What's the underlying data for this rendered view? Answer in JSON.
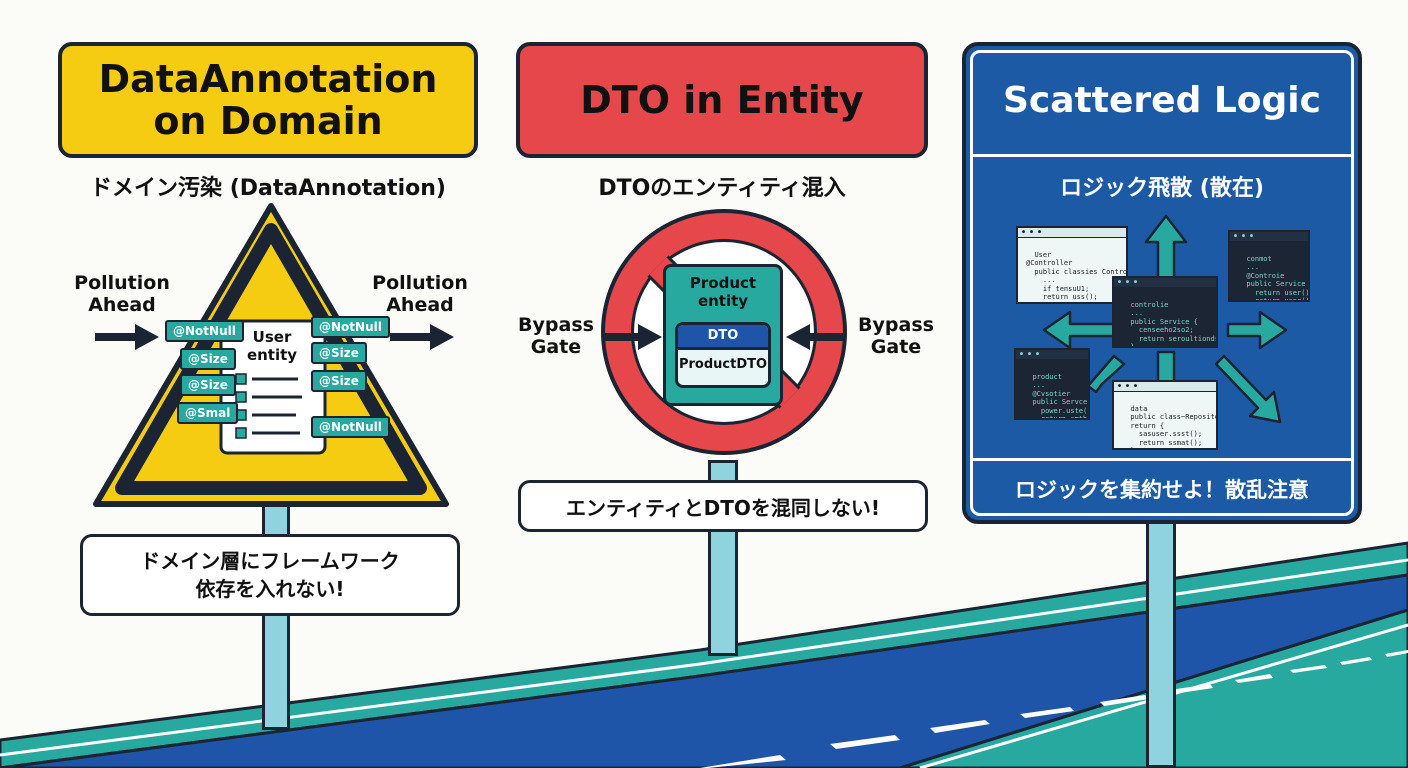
{
  "panel_left": {
    "title_line1": "DataAnnotation",
    "title_line2": "on Domain",
    "subtitle": "ドメイン汚染 (DataAnnotation)",
    "left_label": "Pollution\nAhead",
    "right_label": "Pollution\nAhead",
    "doc_title": "User\nentity",
    "tags": [
      "@NotNull",
      "@Size",
      "@Size",
      "@Smal",
      "@NotNull",
      "@Size",
      "@Size",
      "@NotNull"
    ],
    "note_line1": "ドメイン層にフレームワーク",
    "note_line2": "依存を入れない!",
    "colors": {
      "sign": "#f5cc12",
      "accent": "#27a9a0"
    }
  },
  "panel_middle": {
    "title": "DTO in Entity",
    "subtitle": "DTOのエンティティ混入",
    "left_label": "Bypass\nGate",
    "right_label": "Bypass\nGate",
    "box_title": "Product\nentity",
    "inner_label": "DTO",
    "inner_value": "ProductDTO",
    "note": "エンティティとDTOを混同しない!",
    "colors": {
      "sign": "#e5474b",
      "accent": "#27a9a0"
    }
  },
  "panel_right": {
    "title": "Scattered Logic",
    "subtitle": "ロジック飛散 (散在)",
    "footer": "ロジックを集約せよ！散乱注意",
    "code_windows": [
      {
        "theme": "light",
        "text": "User\n@Controller\n  public classies Controller {\n    ...\n    if tensuU1;\n    return uss();\n  }\n}"
      },
      {
        "theme": "dark",
        "text": "conmot\n  ...\n  @Controie\n  public Service {\n    return user();\n    return user();\n  }\n}"
      },
      {
        "theme": "dark",
        "text": "controlie\n  ...\n  public Service {\n    censeeho2so2;\n    return seroultiondsor();\n  }\n}"
      },
      {
        "theme": "dark",
        "text": "product\n  ...\n  @Cvsotier\n  public Servce {\n    power.uste();\n    return smth();\n  }\n}"
      },
      {
        "theme": "light",
        "text": "data\n  public class~Repository {\n  return {\n    sasuser.ssst();\n    return ssmat();\n  }\n}"
      }
    ],
    "colors": {
      "sign": "#1d5aa6",
      "accent": "#27a9a0"
    }
  },
  "road_colors": {
    "asphalt": "#1f55a8",
    "verge": "#27a9a0",
    "edge": "#1a2433"
  }
}
